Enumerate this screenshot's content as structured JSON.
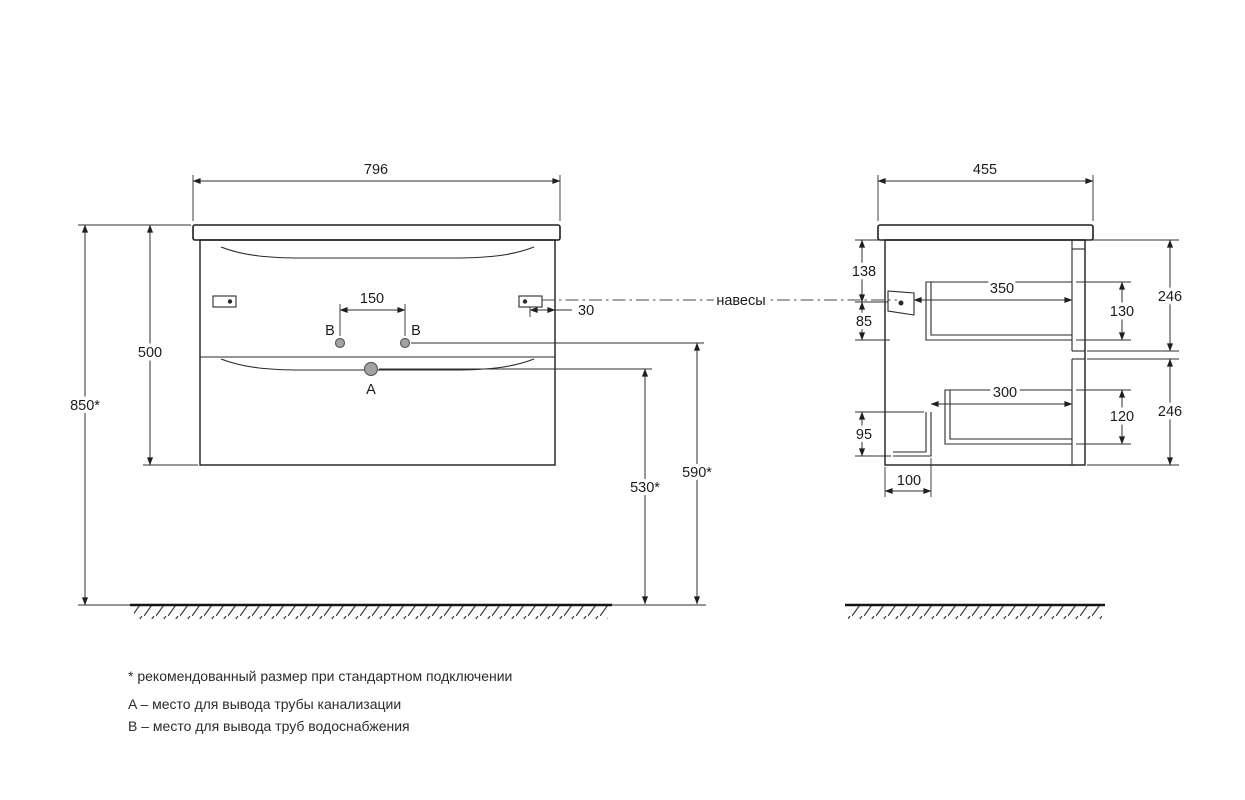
{
  "labels": {
    "hangers": "навесы",
    "a": "A",
    "b": "B"
  },
  "front": {
    "width": "796",
    "height": "500",
    "floor_height": "850*",
    "b_spacing": "150",
    "hanger_inset": "30",
    "a_height": "530*",
    "b_height": "590*"
  },
  "side": {
    "depth": "455",
    "top_offset": "138",
    "hanger_gap": "85",
    "top_drawer_depth": "350",
    "top_drawer_height": "130",
    "front_top_height": "246",
    "bottom_drawer_depth": "300",
    "bottom_drawer_height": "120",
    "front_bottom_height": "246",
    "notch_height": "95",
    "notch_depth": "100"
  },
  "footnotes": [
    "* рекомендованный размер при стандартном подключении",
    "A – место для вывода трубы канализации",
    "B – место для вывода труб водоснабжения"
  ]
}
